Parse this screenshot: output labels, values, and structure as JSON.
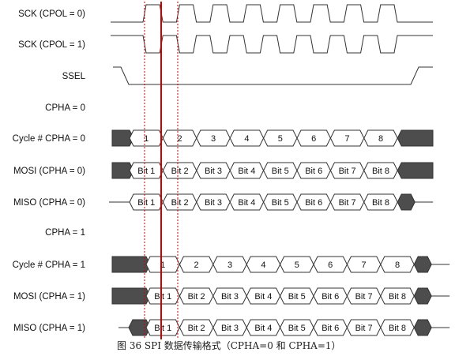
{
  "rows": [
    {
      "id": "sck-cpol0",
      "label": "SCK (CPOL = 0)",
      "type": "clock",
      "idle": "low"
    },
    {
      "id": "sck-cpol1",
      "label": "SCK (CPOL = 1)",
      "type": "clock",
      "idle": "high"
    },
    {
      "id": "ssel",
      "label": "SSEL",
      "type": "ssel"
    },
    {
      "id": "heading-cpha0",
      "label": "CPHA = 0",
      "type": "heading"
    },
    {
      "id": "cycle-cpha0",
      "label": "Cycle # CPHA = 0",
      "type": "bus",
      "phase": 0,
      "cells": [
        "1",
        "2",
        "3",
        "4",
        "5",
        "6",
        "7",
        "8"
      ],
      "lead": "solid",
      "trail": "solid"
    },
    {
      "id": "mosi-cpha0",
      "label": "MOSI (CPHA = 0)",
      "type": "bus",
      "phase": 0,
      "cells": [
        "Bit 1",
        "Bit 2",
        "Bit 3",
        "Bit 4",
        "Bit 5",
        "Bit 6",
        "Bit 7",
        "Bit 8"
      ],
      "lead": "solid",
      "trail": "solid"
    },
    {
      "id": "miso-cpha0",
      "label": "MISO (CPHA = 0)",
      "type": "bus",
      "phase": 0,
      "cells": [
        "Bit 1",
        "Bit 2",
        "Bit 3",
        "Bit 4",
        "Bit 5",
        "Bit 6",
        "Bit 7",
        "Bit 8"
      ],
      "lead": "line",
      "trail": "blob"
    },
    {
      "id": "heading-cpha1",
      "label": "CPHA = 1",
      "type": "heading"
    },
    {
      "id": "cycle-cpha1",
      "label": "Cycle # CPHA = 1",
      "type": "bus",
      "phase": 1,
      "cells": [
        "1",
        "2",
        "3",
        "4",
        "5",
        "6",
        "7",
        "8"
      ],
      "lead": "solid",
      "trail": "blob"
    },
    {
      "id": "mosi-cpha1",
      "label": "MOSI (CPHA = 1)",
      "type": "bus",
      "phase": 1,
      "cells": [
        "Bit 1",
        "Bit 2",
        "Bit 3",
        "Bit 4",
        "Bit 5",
        "Bit 6",
        "Bit 7",
        "Bit 8"
      ],
      "lead": "solid",
      "trail": "blob"
    },
    {
      "id": "miso-cpha1",
      "label": "MISO (CPHA = 1)",
      "type": "bus",
      "phase": 1,
      "cells": [
        "Bit 1",
        "Bit 2",
        "Bit 3",
        "Bit 4",
        "Bit 5",
        "Bit 6",
        "Bit 7",
        "Bit 8"
      ],
      "lead": "blob",
      "trail": "blob"
    }
  ],
  "caption": "图 36   SPI 数据传输格式（CPHA=0 和 CPHA=1）",
  "colors": {
    "signal": "#333333",
    "fill": "#4d4d4d",
    "marker": "#cc0000"
  }
}
